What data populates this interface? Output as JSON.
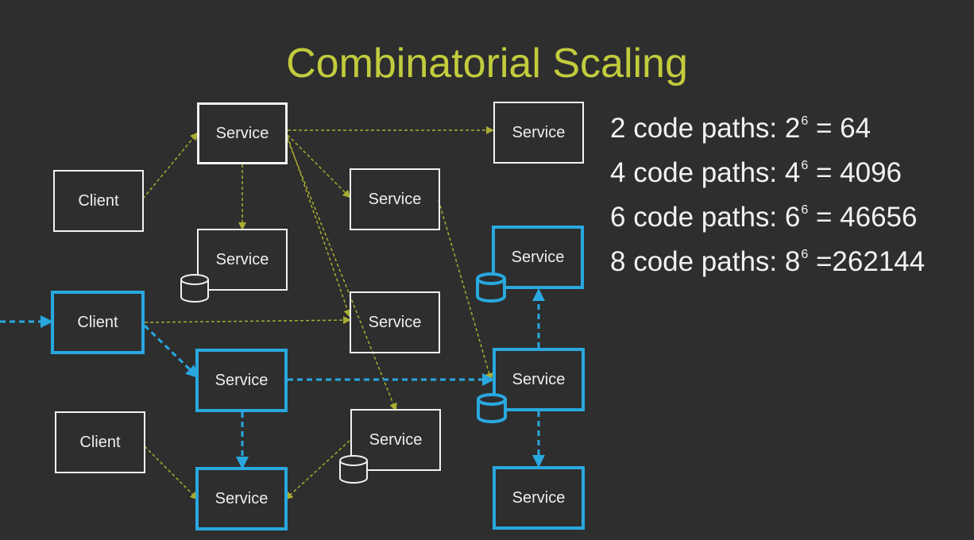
{
  "title": "Combinatorial Scaling",
  "colors": {
    "background": "#2e2e2e",
    "title": "#c2cc3d",
    "active_path": "#29a8e0",
    "inactive_arrow": "#a8ad32",
    "node_border": "#f2f2f2",
    "text": "#eeeeee"
  },
  "nodes": {
    "client_top": "Client",
    "client_mid": "Client",
    "client_bottom": "Client",
    "service_a": "Service",
    "service_b": "Service",
    "service_c": "Service",
    "service_d": "Service",
    "service_e": "Service",
    "service_f": "Service",
    "service_g": "Service",
    "service_h": "Service",
    "service_i": "Service",
    "service_j": "Service",
    "service_k": "Service"
  },
  "stats": [
    {
      "prefix": "2 code paths: ",
      "base": "2",
      "exp": "6",
      "result": " = 64"
    },
    {
      "prefix": "4 code paths: ",
      "base": "4",
      "exp": "6",
      "result": " = 4096"
    },
    {
      "prefix": "6 code paths: ",
      "base": "6",
      "exp": "6",
      "result": " = 46656"
    },
    {
      "prefix": "8 code paths: ",
      "base": "8",
      "exp": "6",
      "result": " =262144"
    }
  ]
}
